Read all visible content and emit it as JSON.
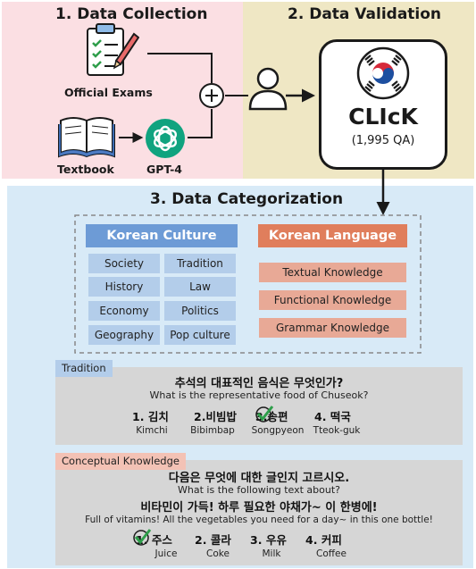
{
  "sections": {
    "collection_title": "1. Data Collection",
    "validation_title": "2. Data Validation",
    "categorization_title": "3. Data Categorization"
  },
  "sources": {
    "official_exams": "Official Exams",
    "textbook": "Textbook",
    "gpt4": "GPT-4"
  },
  "dataset": {
    "name": "CLIcK",
    "count": "(1,995 QA)"
  },
  "korean_culture": {
    "title": "Korean Culture",
    "items": [
      "Society",
      "Tradition",
      "History",
      "Law",
      "Economy",
      "Politics",
      "Geography",
      "Pop culture"
    ]
  },
  "korean_language": {
    "title": "Korean Language",
    "items": [
      "Textual Knowledge",
      "Functional Knowledge",
      "Grammar Knowledge"
    ]
  },
  "example1": {
    "tag": "Tradition",
    "question_ko": "추석의 대표적인 음식은 무엇인가?",
    "question_en": "What is the representative food of Chuseok?",
    "options": [
      {
        "num": "1.",
        "ko": "김치",
        "en": "Kimchi"
      },
      {
        "num": "2.",
        "ko": "비빔밥",
        "en": "Bibimbap"
      },
      {
        "num": "3.",
        "ko": "송편",
        "en": "Songpyeon"
      },
      {
        "num": "4.",
        "ko": "떡국",
        "en": "Tteok-guk"
      }
    ]
  },
  "example2": {
    "tag": "Conceptual Knowledge",
    "question_ko": "다음은 무엇에 대한 글인지 고르시오.",
    "question_en": "What is the following text about?",
    "passage_ko": "비타민이 가득! 하루 필요한 야채가~ 이 한병에!",
    "passage_en": "Full of vitamins! All the vegetables you need for a day~ in this one bottle!",
    "options": [
      {
        "num": "1.",
        "ko": "주스",
        "en": "Juice"
      },
      {
        "num": "2.",
        "ko": "콜라",
        "en": "Coke"
      },
      {
        "num": "3.",
        "ko": "우유",
        "en": "Milk"
      },
      {
        "num": "4.",
        "ko": "커피",
        "en": "Coffee"
      }
    ]
  },
  "colors": {
    "collection_bg": "#fbdfe3",
    "validation_bg": "#efe7c4",
    "categorization_bg": "#d8eaf7",
    "culture_accent": "#6d9bd6",
    "language_accent": "#e07e5c",
    "check_green": "#2e9e4a"
  },
  "icons": [
    "clipboard-checklist-icon",
    "pen-icon",
    "book-icon",
    "openai-logo-icon",
    "plus-circle-icon",
    "person-icon",
    "korean-flag-icon",
    "checkmark-icon"
  ]
}
